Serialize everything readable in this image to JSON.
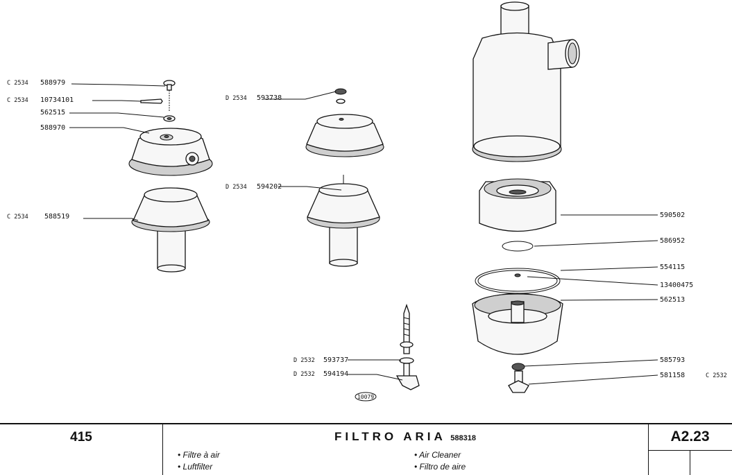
{
  "footer": {
    "page_number": "415",
    "title": "FILTRO ARIA",
    "title_ref": "588318",
    "translations": {
      "fr": "• Filtre à air",
      "de": "• Luftfilter",
      "en": "• Air Cleaner",
      "es": "• Filtro de aire"
    },
    "section_code": "A2.23"
  },
  "drawing_number": "10079",
  "callouts": {
    "c_588979": {
      "prefix": "C 2534",
      "part": "588979"
    },
    "c_10734101": {
      "prefix": "C 2534",
      "part": "10734101"
    },
    "c_562515": {
      "prefix": "",
      "part": "562515"
    },
    "c_588970": {
      "prefix": "",
      "part": "588970"
    },
    "c_588519": {
      "prefix": "C 2534",
      "part": "588519"
    },
    "c_593738": {
      "prefix": "D 2534",
      "part": "593738"
    },
    "c_594202": {
      "prefix": "D 2534",
      "part": "594202"
    },
    "c_593737": {
      "prefix": "D 2532",
      "part": "593737"
    },
    "c_594194": {
      "prefix": "D 2532",
      "part": "594194"
    },
    "c_590502": {
      "prefix": "",
      "part": "590502"
    },
    "c_586952": {
      "prefix": "",
      "part": "586952"
    },
    "c_554115": {
      "prefix": "",
      "part": "554115"
    },
    "c_13400475": {
      "prefix": "",
      "part": "13400475"
    },
    "c_562513": {
      "prefix": "",
      "part": "562513"
    },
    "c_585793": {
      "prefix": "",
      "part": "585793"
    },
    "c_581158": {
      "prefix": "",
      "part": "581158",
      "suffix": "C 2532"
    }
  }
}
